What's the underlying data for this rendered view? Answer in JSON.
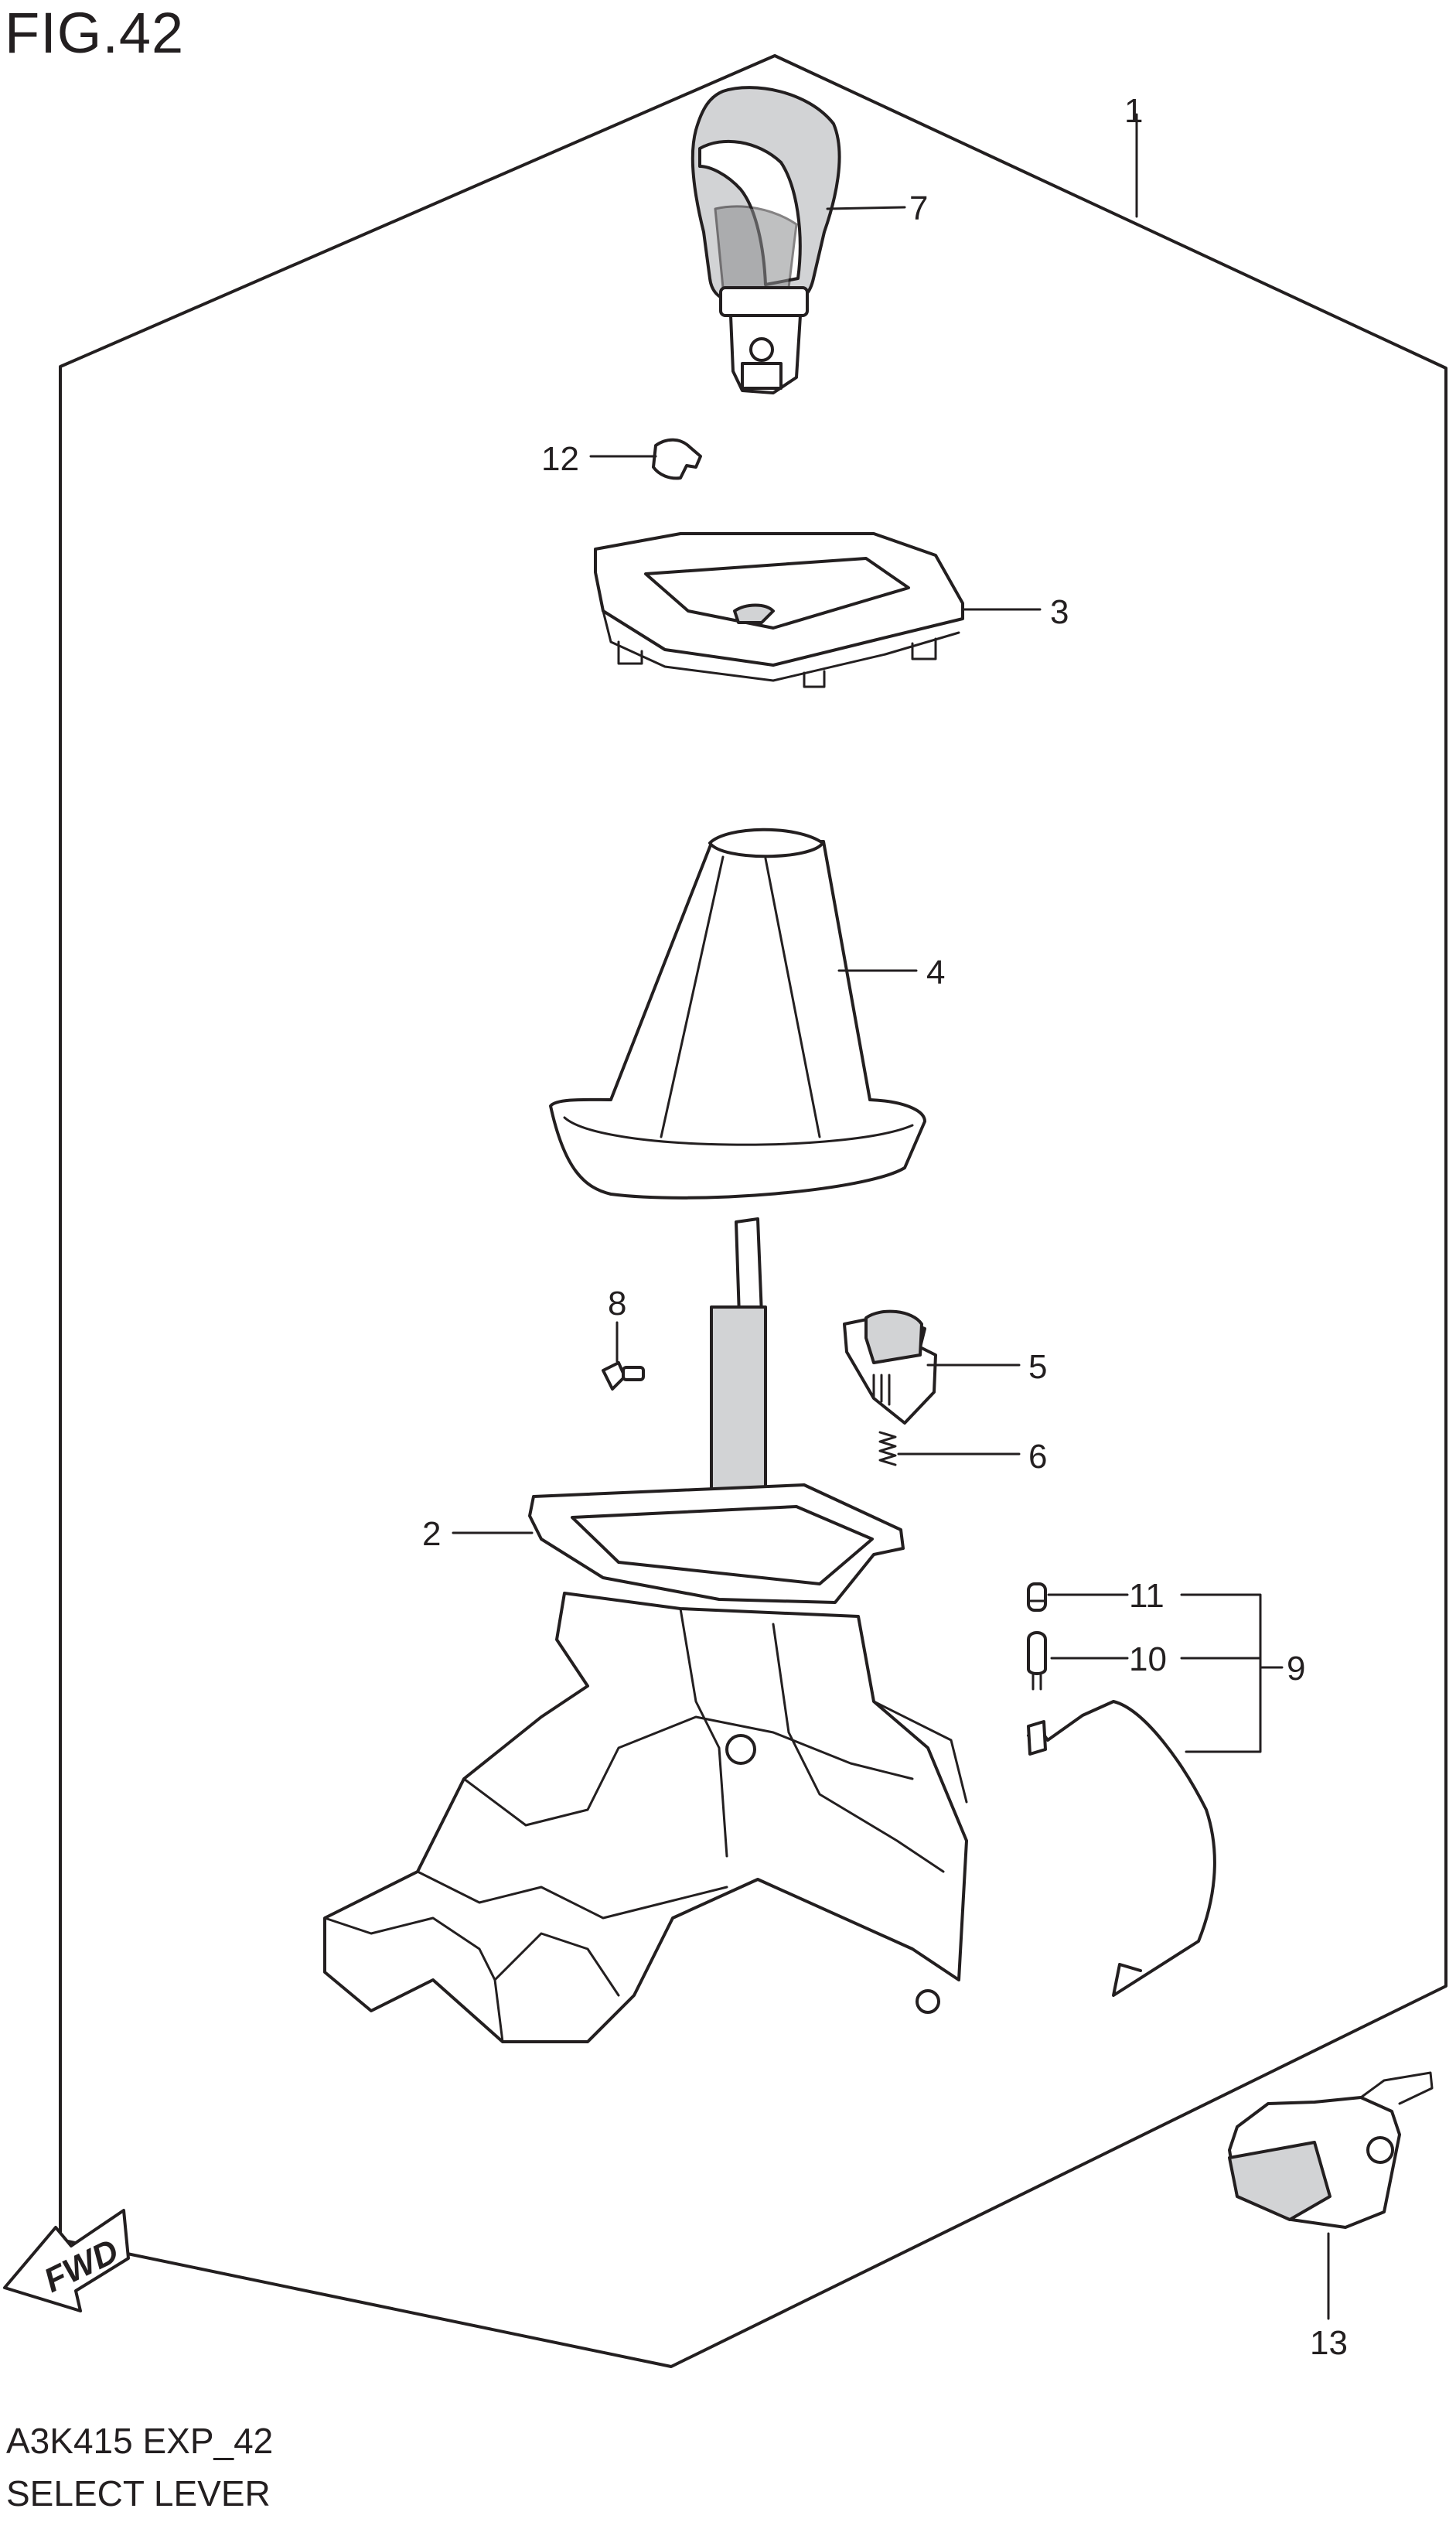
{
  "figure": {
    "title": "FIG.42"
  },
  "footer": {
    "code": "A3K415 EXP_42",
    "name": "SELECT LEVER"
  },
  "badge": {
    "text": "FWD"
  },
  "callouts": [
    {
      "id": "c1",
      "label": "1"
    },
    {
      "id": "c2",
      "label": "2"
    },
    {
      "id": "c3",
      "label": "3"
    },
    {
      "id": "c4",
      "label": "4"
    },
    {
      "id": "c5",
      "label": "5"
    },
    {
      "id": "c6",
      "label": "6"
    },
    {
      "id": "c7",
      "label": "7"
    },
    {
      "id": "c8",
      "label": "8"
    },
    {
      "id": "c9",
      "label": "9"
    },
    {
      "id": "c10",
      "label": "10"
    },
    {
      "id": "c11",
      "label": "11"
    },
    {
      "id": "c12",
      "label": "12"
    },
    {
      "id": "c13",
      "label": "13"
    }
  ]
}
